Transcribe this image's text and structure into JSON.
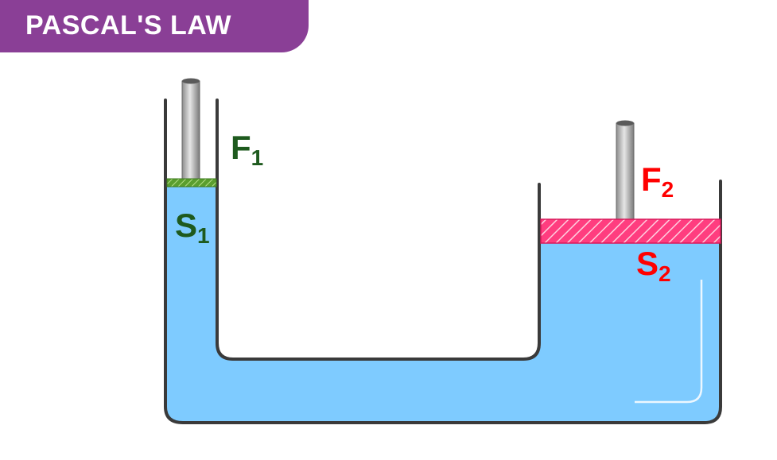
{
  "title": "PASCAL'S LAW",
  "labels": {
    "f1": {
      "main": "F",
      "sub": "1"
    },
    "s1": {
      "main": "S",
      "sub": "1"
    },
    "f2": {
      "main": "F",
      "sub": "2"
    },
    "s2": {
      "main": "S",
      "sub": "2"
    }
  },
  "colors": {
    "banner": "#8a3f96",
    "fluid": "#7ecbff",
    "small_piston": "#5a9e2f",
    "large_piston": "#ff3d7f",
    "label_small": "#1e5a1e",
    "label_large": "#ff0000",
    "vessel": "#3a3a3a"
  }
}
